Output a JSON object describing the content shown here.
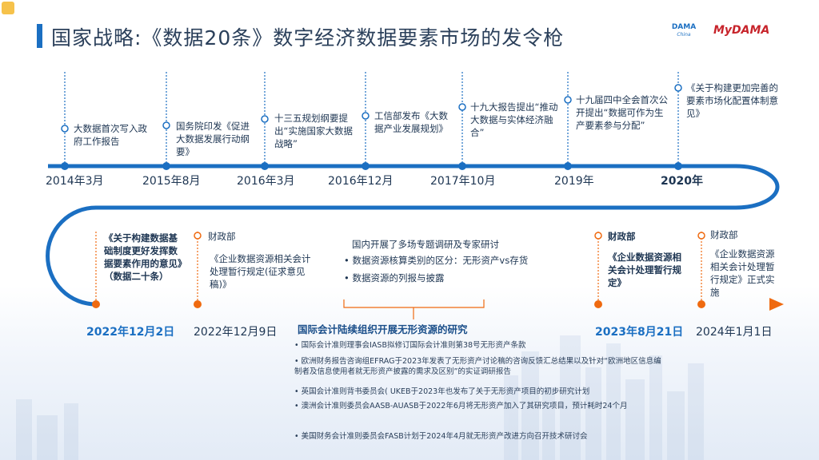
{
  "title": "国家战略:《数据20条》数字经济数据要素市场的发令枪",
  "logos": {
    "dama": "DAMA",
    "dama_sub": "China",
    "mydama": "MyDAMA"
  },
  "colors": {
    "accent_blue": "#1b6fc2",
    "accent_orange": "#ef6a10",
    "text": "#1d3552"
  },
  "timeline_top": [
    {
      "date": "2014年3月",
      "text": "大数据首次写入政府工作报告"
    },
    {
      "date": "2015年8月",
      "text": "国务院印发《促进大数据发展行动纲要》"
    },
    {
      "date": "2016年3月",
      "text": "十三五规划纲要提出“实施国家大数据战略”"
    },
    {
      "date": "2016年12月",
      "text": "工信部发布《大数据产业发展规划》"
    },
    {
      "date": "2017年10月",
      "text": "十九大报告提出“推动大数据与实体经济融合”"
    },
    {
      "date": "2019年",
      "text": "十九届四中全会首次公开提出“数据可作为生产要素参与分配”"
    },
    {
      "date": "2020年",
      "text": "《关于构建更加完善的要素市场化配置体制意见》"
    }
  ],
  "timeline_bottom": [
    {
      "date": "2022年12月2日",
      "text": "《关于构建数据基础制度更好发挥数据要素作用的意见》（数据二十条）"
    },
    {
      "date": "2022年12月9日",
      "text_a": "财政部",
      "text_b": "《企业数据资源相关会计处理暂行规定(征求意见稿)》"
    },
    {
      "date": "2023年8月21日",
      "text_a": "财政部",
      "text_b": "《企业数据资源相关会计处理暂行规定》"
    },
    {
      "date": "2024年1月1日",
      "text_a": "财政部",
      "text_b": "《企业数据资源相关会计处理暂行规定》正式实施"
    }
  ],
  "center": {
    "heading": "国内开展了多场专题调研及专家研讨",
    "bullets": [
      "• 数据资源核算类别的区分：无形资产vs存货",
      "• 数据资源的列报与披露"
    ]
  },
  "international": {
    "title": "国际会计陆续组织开展无形资源的研究",
    "items": [
      "• 国际会计准则理事会IASB拟修订国际会计准则第38号无形资产条款",
      "• 欧洲财务报告咨询组EFRAG于2023年发表了无形资产讨论稿的咨询反馈汇总结果以及针对“欧洲地区信息编制者及信息使用者就无形资产披露的需求及区别”的实证调研报告",
      "• 英国会计准则背书委员会( UKEB于2023年也发布了关于无形资产项目的初步研究计划",
      "• 澳洲会计准则委员会AASB-AUASB于2022年6月将无形资产加入了其研究项目，预计耗时24个月",
      "• 美国财务会计准则委员会FASB计划于2024年4月就无形资产改进方向召开技术研讨会"
    ]
  }
}
